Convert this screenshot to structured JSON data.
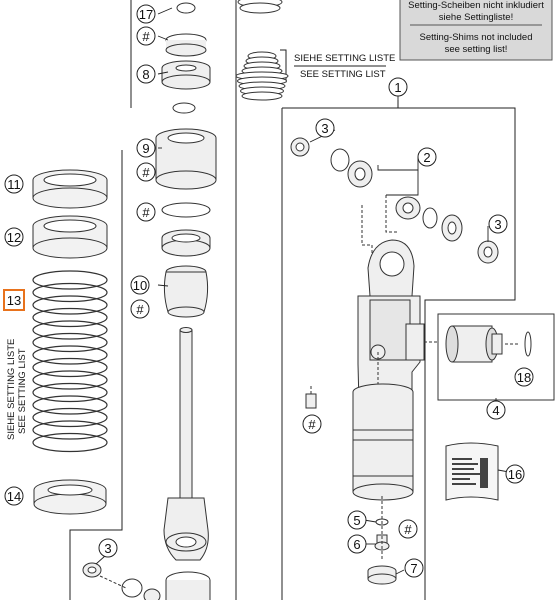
{
  "note": {
    "line1": "Setting-Scheiben nicht inkludiert",
    "line2": "siehe Settingliste!",
    "line3": "Setting-Shims not included",
    "line4": "see setting list!"
  },
  "setting_label": {
    "de": "SIEHE SETTING LISTE",
    "en": "SEE SETTING LIST"
  },
  "callouts": {
    "c1": "1",
    "c2": "2",
    "c3a": "3",
    "c3b": "3",
    "c3c": "3",
    "c4": "4",
    "c5": "5",
    "c6": "6",
    "c7": "7",
    "c8": "8",
    "c9": "9",
    "c10": "10",
    "c11": "11",
    "c12": "12",
    "c13": "13",
    "c14": "14",
    "c16": "16",
    "c17": "17",
    "c18": "18",
    "hash": "#"
  },
  "highlight_color": "#e8721c"
}
